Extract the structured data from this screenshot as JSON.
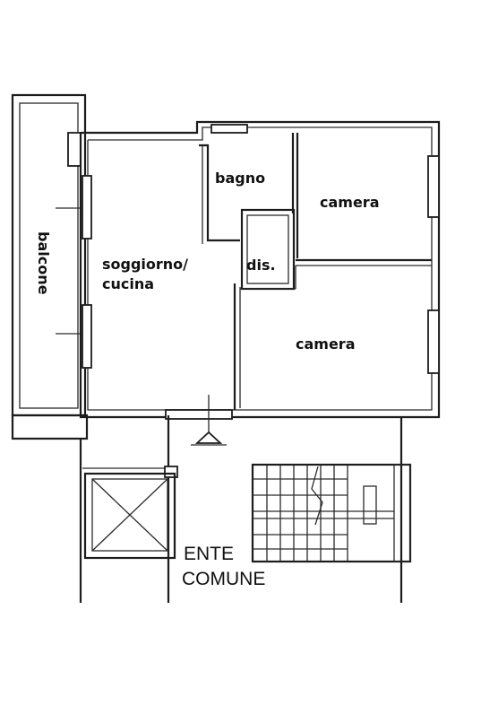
{
  "rooms": {
    "balcone": "balcone",
    "soggiorno_line1": "soggiorno/",
    "soggiorno_line2": "cucina",
    "bagno": "bagno",
    "camera_top": "camera",
    "disimpegno": "dis.",
    "camera_bottom": "camera"
  },
  "common_area": {
    "line1": "ENTE",
    "line2": "COMUNE"
  },
  "colors": {
    "ink": "#1c1c1c",
    "paper": "#ffffff"
  }
}
